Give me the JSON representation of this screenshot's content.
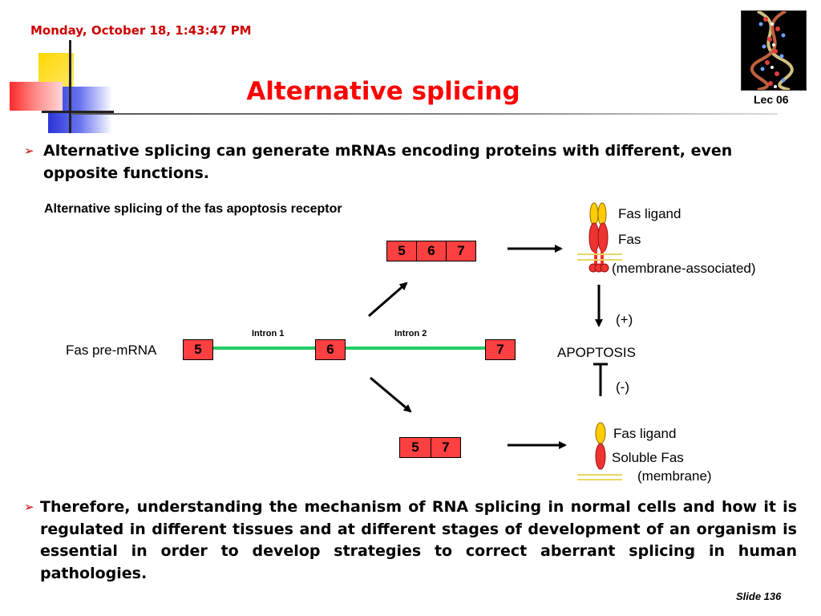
{
  "header": {
    "date": "Monday, October 18, 1:43:47 PM",
    "title": "Alternative splicing",
    "lecture": "Lec 06"
  },
  "bullets": [
    "Alternative splicing can generate mRNAs encoding proteins with different, even opposite functions.",
    "Therefore, understanding the mechanism of RNA splicing in normal cells and how it is regulated in different tissues and at different stages of development of an organism is essential in order to develop strategies to correct aberrant splicing in human pathologies."
  ],
  "diagram": {
    "subtitle": "Alternative splicing of the fas apoptosis receptor",
    "pre_mrna_label": "Fas pre-mRNA",
    "intron1": "Intron 1",
    "intron2": "Intron 2",
    "exons": {
      "e5": "5",
      "e6": "6",
      "e7": "7"
    },
    "top_product": {
      "exons": [
        "5",
        "6",
        "7"
      ]
    },
    "bottom_product": {
      "exons": [
        "5",
        "7"
      ]
    },
    "membrane_form": {
      "ligand_label": "Fas ligand",
      "receptor_label": "Fas",
      "note": "(membrane-associated)",
      "effect": "(+)"
    },
    "outcome": "APOPTOSIS",
    "soluble_form": {
      "ligand_label": "Fas ligand",
      "receptor_label": "Soluble Fas",
      "note": "(membrane)",
      "effect": "(-)"
    },
    "colors": {
      "exon": "#ff4040",
      "intron_line": "#22cc66",
      "ligand": "#ffcc00",
      "receptor": "#ee3333",
      "membrane": "#e8d860"
    }
  },
  "footer": {
    "slide": "Slide 136"
  }
}
